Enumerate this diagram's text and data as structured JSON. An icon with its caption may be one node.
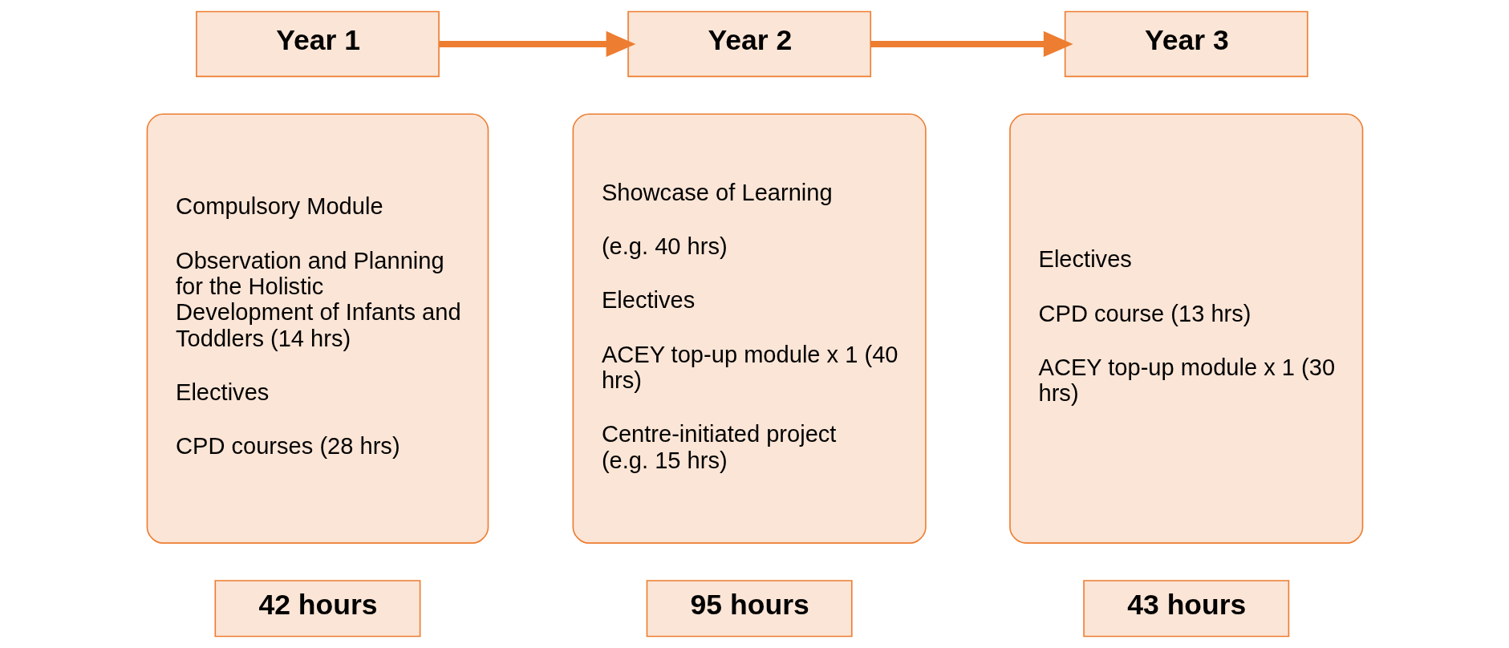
{
  "diagram": {
    "nodes": [
      {
        "text": [
          "Year 1"
        ]
      },
      {
        "text": [
          "Year 2"
        ]
      },
      {
        "text": [
          "Year 3"
        ]
      },
      {
        "text": [
          "Compulsory Module",
          "Observation and Planning for the Holistic Development of Infants and Toddlers (14 hrs)",
          "Electives",
          "CPD courses (28 hrs)"
        ]
      },
      {
        "text": [
          "Showcase of Learning",
          "(e.g. 40 hrs)",
          "Electives",
          "ACEY top-up module x 1 (40 hrs)",
          "Centre-initiated project (e.g. 15 hrs)"
        ]
      },
      {
        "text": [
          "Electives",
          "CPD course (13 hrs)",
          "ACEY top-up module x 1 (30 hrs)"
        ]
      },
      {
        "text": [
          "42 hours"
        ]
      },
      {
        "text": [
          "95 hours"
        ]
      },
      {
        "text": [
          "43 hours"
        ]
      }
    ],
    "edges": [
      {
        "from": 0,
        "to": 1,
        "arrow": "to"
      },
      {
        "from": 1,
        "to": 2,
        "arrow": "to"
      }
    ]
  }
}
